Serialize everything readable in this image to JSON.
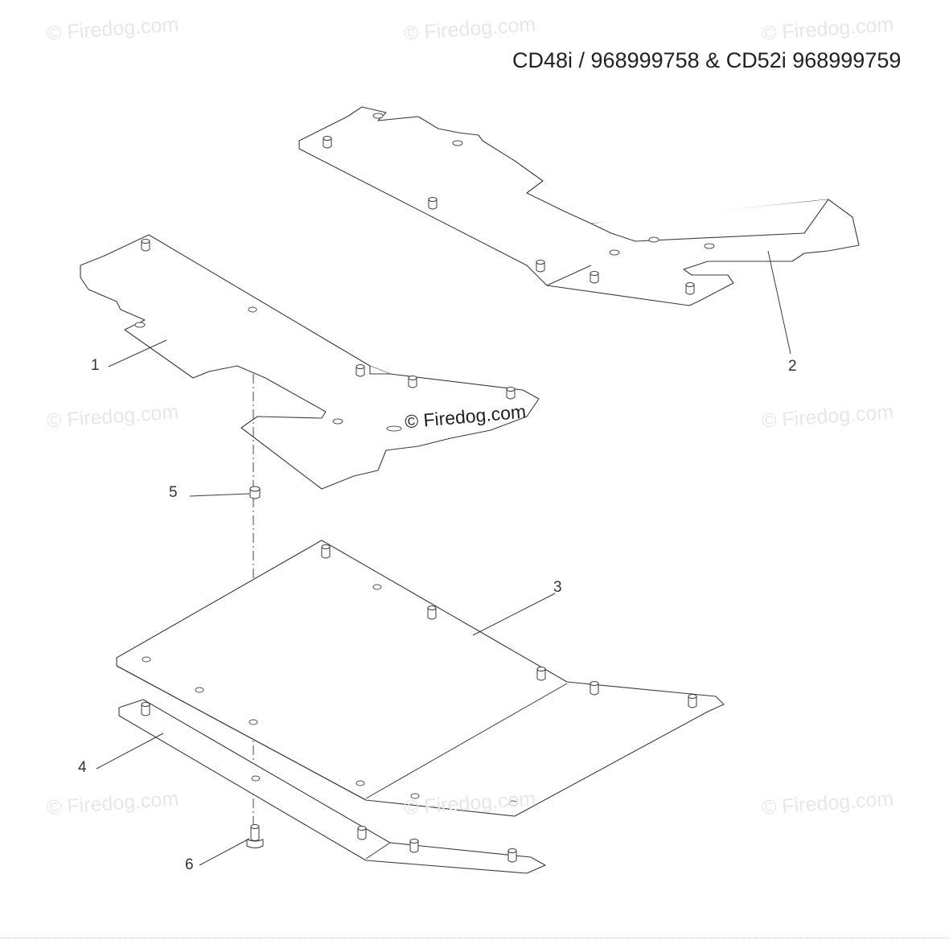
{
  "header": {
    "title": "CD48i / 968999758 & CD52i 968999759"
  },
  "callouts": [
    "1",
    "2",
    "3",
    "4",
    "5",
    "6"
  ],
  "watermark": {
    "text": "© Firedog.com",
    "center_text": "© Firedog.com"
  }
}
